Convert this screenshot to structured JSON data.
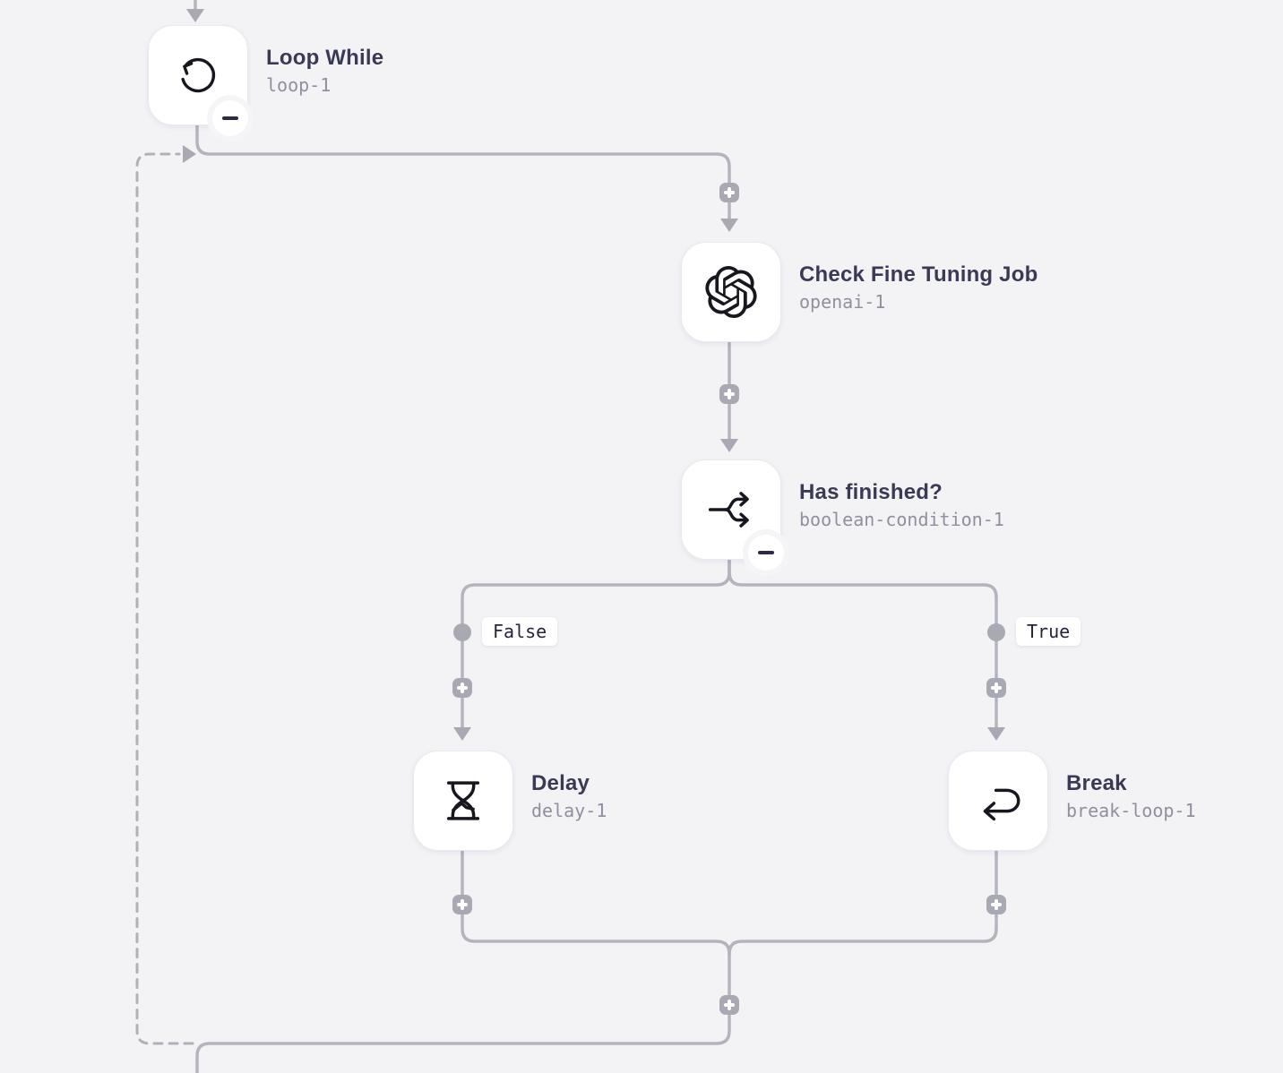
{
  "canvas": {
    "background_color": "#f3f3f6",
    "edge_color": "#b4b4bd",
    "connector_color": "#a9a9b4",
    "title_color": "#3a3a57",
    "id_color": "#8f8fa0",
    "icon_color": "#17171f"
  },
  "nodes": [
    {
      "title": "Loop While",
      "id_label": "loop-1",
      "icon": "loop-icon",
      "collapsible": true
    },
    {
      "title": "Check Fine Tuning Job",
      "id_label": "openai-1",
      "icon": "openai-logo-icon",
      "collapsible": false
    },
    {
      "title": "Has finished?",
      "id_label": "boolean-condition-1",
      "icon": "branch-split-icon",
      "collapsible": true
    },
    {
      "title": "Delay",
      "id_label": "delay-1",
      "icon": "hourglass-icon",
      "collapsible": false
    },
    {
      "title": "Break",
      "id_label": "break-loop-1",
      "icon": "return-arrow-icon",
      "collapsible": false
    }
  ],
  "branches": {
    "false_label": "False",
    "true_label": "True"
  }
}
